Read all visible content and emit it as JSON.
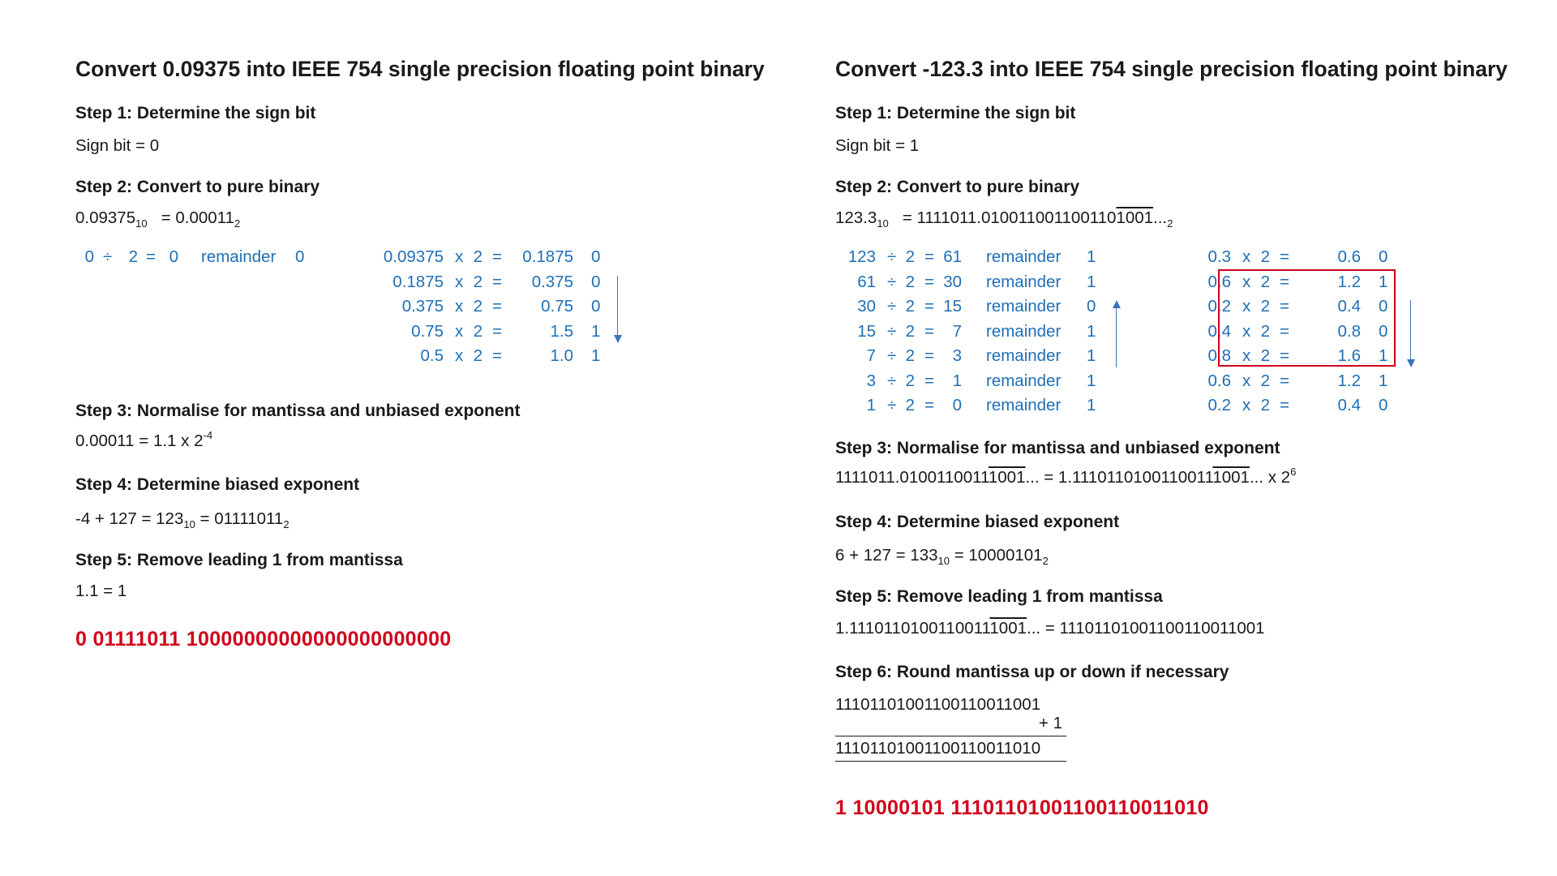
{
  "left": {
    "title": "Convert 0.09375 into IEEE 754 single precision floating point binary",
    "step1": "Step 1: Determine the sign bit",
    "sign_bit": "Sign bit  =  0",
    "step2": "Step 2: Convert to pure binary",
    "pure_a": "0.09375",
    "pure_a_sub": "10",
    "pure_b": " = 0.00011",
    "pure_b_sub": "2",
    "div_rows": [
      {
        "n": "0",
        "d": "2",
        "q": "0",
        "r": "0"
      }
    ],
    "mul_rows": [
      {
        "a": "0.09375",
        "b": "2",
        "c": "0.1875",
        "bit": "0"
      },
      {
        "a": "0.1875",
        "b": "2",
        "c": "0.375",
        "bit": "0"
      },
      {
        "a": "0.375",
        "b": "2",
        "c": "0.75",
        "bit": "0"
      },
      {
        "a": "0.75",
        "b": "2",
        "c": "1.5",
        "bit": "1"
      },
      {
        "a": "0.5",
        "b": "2",
        "c": "1.0",
        "bit": "1"
      }
    ],
    "step3": "Step 3: Normalise for mantissa and unbiased exponent",
    "norm_text": "0.00011  =  1.1  x 2",
    "norm_exp": "-4",
    "step4": "Step 4: Determine biased exponent",
    "bias_a": "-4 + 127 = 123",
    "bias_a_sub": "10",
    "bias_b": " =  01111011",
    "bias_b_sub": "2",
    "step5": "Step 5: Remove leading 1 from mantissa",
    "mant": "1.1  =  1",
    "result": "0  01111011  10000000000000000000000"
  },
  "right": {
    "title": "Convert -123.3 into IEEE 754 single precision floating point binary",
    "step1": "Step 1: Determine the sign bit",
    "sign_bit": "Sign bit  =  1",
    "step2": "Step 2: Convert to pure binary",
    "pure_a": "123.3",
    "pure_a_sub": "10",
    "pure_b": " = 1111011.010011001100110",
    "pure_b_ov": "1001",
    "pure_b_tail": "...",
    "pure_b_sub": "2",
    "div_rows": [
      {
        "n": "123",
        "d": "2",
        "q": "61",
        "r": "1"
      },
      {
        "n": "61",
        "d": "2",
        "q": "30",
        "r": "1"
      },
      {
        "n": "30",
        "d": "2",
        "q": "15",
        "r": "0"
      },
      {
        "n": "15",
        "d": "2",
        "q": "7",
        "r": "1"
      },
      {
        "n": "7",
        "d": "2",
        "q": "3",
        "r": "1"
      },
      {
        "n": "3",
        "d": "2",
        "q": "1",
        "r": "1"
      },
      {
        "n": "1",
        "d": "2",
        "q": "0",
        "r": "1"
      }
    ],
    "mul_rows": [
      {
        "a": "0.3",
        "b": "2",
        "c": "0.6",
        "bit": "0"
      },
      {
        "a": "0.6",
        "b": "2",
        "c": "1.2",
        "bit": "1"
      },
      {
        "a": "0.2",
        "b": "2",
        "c": "0.4",
        "bit": "0"
      },
      {
        "a": "0.4",
        "b": "2",
        "c": "0.8",
        "bit": "0"
      },
      {
        "a": "0.8",
        "b": "2",
        "c": "1.6",
        "bit": "1"
      },
      {
        "a": "0.6",
        "b": "2",
        "c": "1.2",
        "bit": "1"
      },
      {
        "a": "0.2",
        "b": "2",
        "c": "0.4",
        "bit": "0"
      }
    ],
    "step3": "Step 3: Normalise for mantissa and unbiased exponent",
    "norm_a": "1111011.0100110011",
    "norm_a_ov": "1001",
    "norm_b": "...  =  1.1110110100110011",
    "norm_b_ov": "1001",
    "norm_c": "...  x 2",
    "norm_exp": "6",
    "step4": "Step 4: Determine biased exponent",
    "bias_a": "6 + 127 = 133",
    "bias_a_sub": "10",
    "bias_b": " =  10000101",
    "bias_b_sub": "2",
    "step5": "Step 5: Remove leading 1 from mantissa",
    "rem_a": "1.1110110100110011",
    "rem_a_ov": "1001",
    "rem_b": "...  =  11101101001100110011001",
    "step6": "Step 6: Round mantissa up or down if necessary",
    "round_top": "11101101001100110011001",
    "round_add": "+ 1",
    "round_res": "11101101001100110011010",
    "result": "1  10000101  11101101001100110011010"
  }
}
